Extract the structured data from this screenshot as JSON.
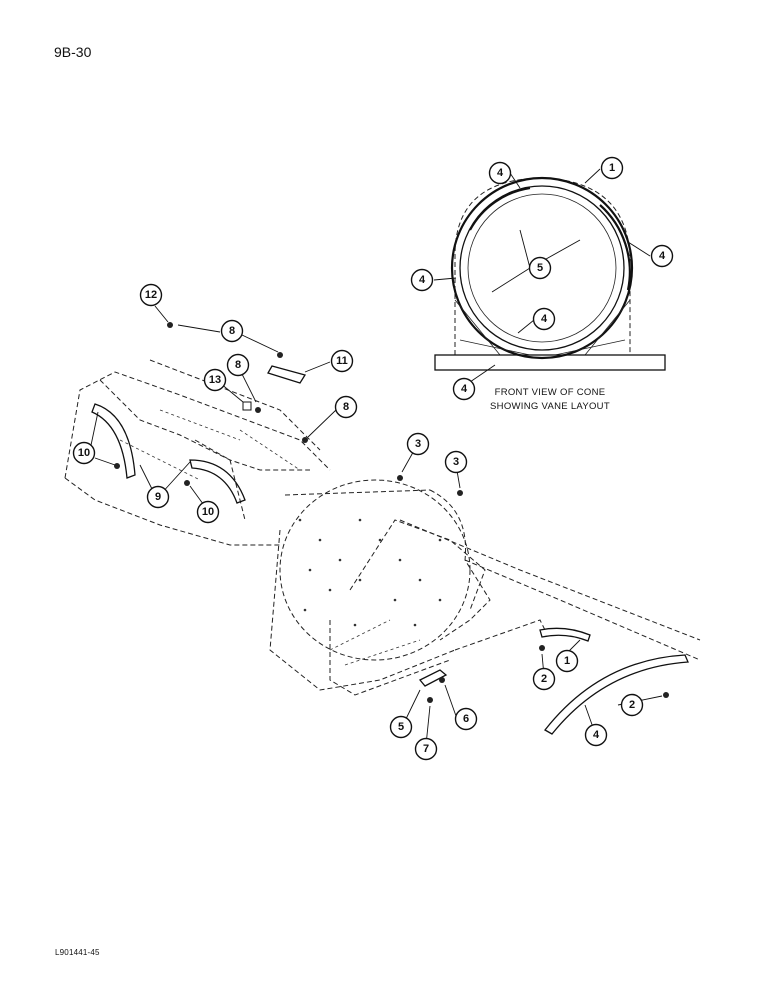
{
  "page": {
    "page_number": "9B-30",
    "figure_code": "L901441-45"
  },
  "inset": {
    "caption_line1": "FRONT VIEW OF CONE",
    "caption_line2": "SHOWING VANE LAYOUT"
  },
  "callouts": {
    "c1_inset": "1",
    "c4_inset_top": "4",
    "c4_inset_right": "4",
    "c4_inset_left": "4",
    "c5_inset": "5",
    "c4_inset_center": "4",
    "c4_inset_bottom": "4",
    "c12": "12",
    "c8_top": "8",
    "c11": "11",
    "c8_mid": "8",
    "c13": "13",
    "c8_right": "8",
    "c10_left": "10",
    "c9": "9",
    "c10_bottom": "10",
    "c3_left": "3",
    "c3_right": "3",
    "c1_lower": "1",
    "c2_lower_left": "2",
    "c2_lower_right": "2",
    "c4_lower": "4",
    "c5_lower": "5",
    "c6_lower": "6",
    "c7_lower": "7"
  }
}
